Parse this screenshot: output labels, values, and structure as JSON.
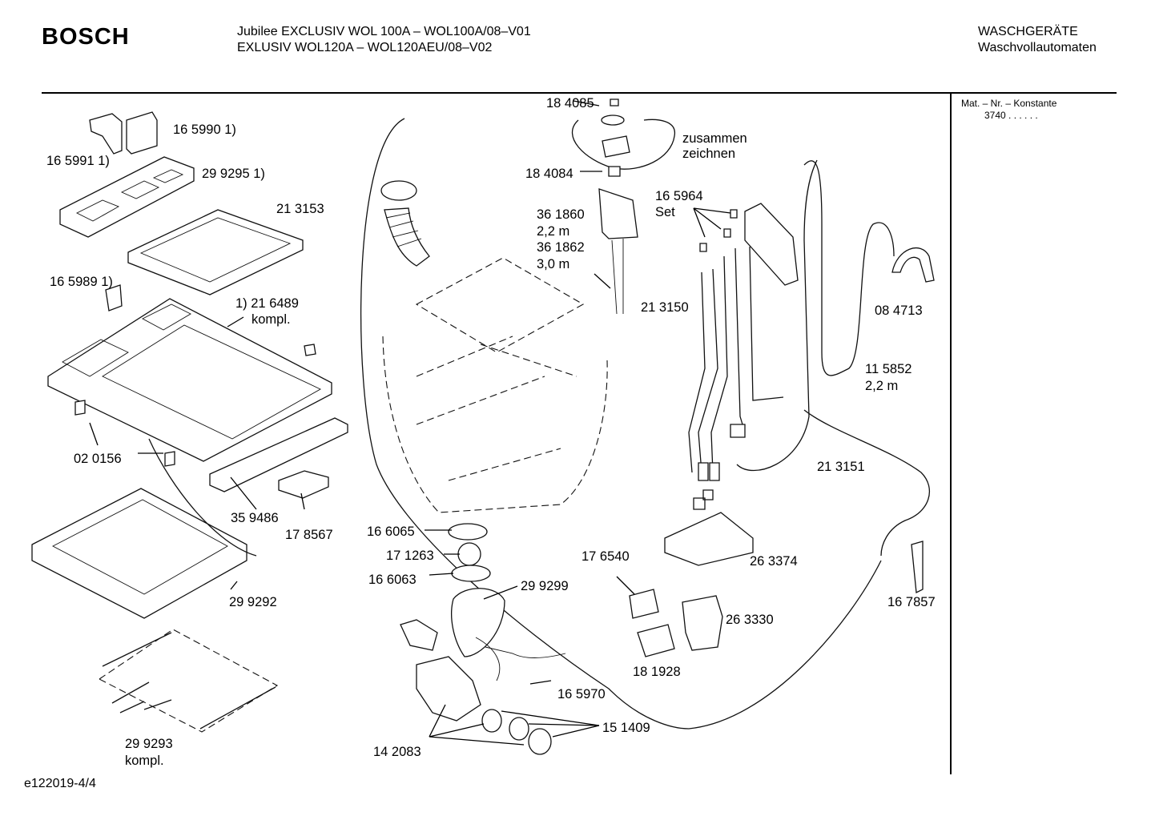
{
  "header": {
    "brand": "BOSCH",
    "model_line1": "Jubilee EXCLUSIV WOL 100A – WOL100A/08–V01",
    "model_line2": "EXLUSIV WOL120A – WOL120AEU/08–V02",
    "category_line1": "WASCHGERÄTE",
    "category_line2": "Waschvollautomaten"
  },
  "sidebar": {
    "mat_label": "Mat. – Nr. – Konstante",
    "mat_value": "3740  .  .  .  .  .  ."
  },
  "footer": {
    "page_id": "e122019-4/4"
  },
  "part_labels": {
    "p_165990": "16 5990 1)",
    "p_165991": "16 5991 1)",
    "p_299295": "29 9295 1)",
    "p_213153": "21 3153",
    "p_165989": "16 5989 1)",
    "p_216489_a": "1) 21 6489",
    "p_216489_b": "kompl.",
    "p_020156": "02 0156",
    "p_359486": "35 9486",
    "p_178567": "17 8567",
    "p_299292": "29 9292",
    "p_299293_a": "29 9293",
    "p_299293_b": "kompl.",
    "p_184085": "18 4085",
    "p_184084": "18 4084",
    "note_a": "zusammen",
    "note_b": "zeichnen",
    "p_361860": "36 1860",
    "p_361860_len": "2,2 m",
    "p_361862": "36 1862",
    "p_361862_len": "3,0 m",
    "p_165964": "16 5964",
    "p_165964_set": "Set",
    "p_213150": "21 3150",
    "p_084713": "08 4713",
    "p_115852": "11 5852",
    "p_115852_len": "2,2 m",
    "p_213151": "21 3151",
    "p_166065": "16 6065",
    "p_171263": "17 1263",
    "p_166063": "16 6063",
    "p_299299": "29 9299",
    "p_176540": "17 6540",
    "p_263374": "26 3374",
    "p_263330": "26 3330",
    "p_181928": "18 1928",
    "p_167857": "16 7857",
    "p_165970": "16 5970",
    "p_151409": "15 1409",
    "p_142083": "14 2083"
  }
}
